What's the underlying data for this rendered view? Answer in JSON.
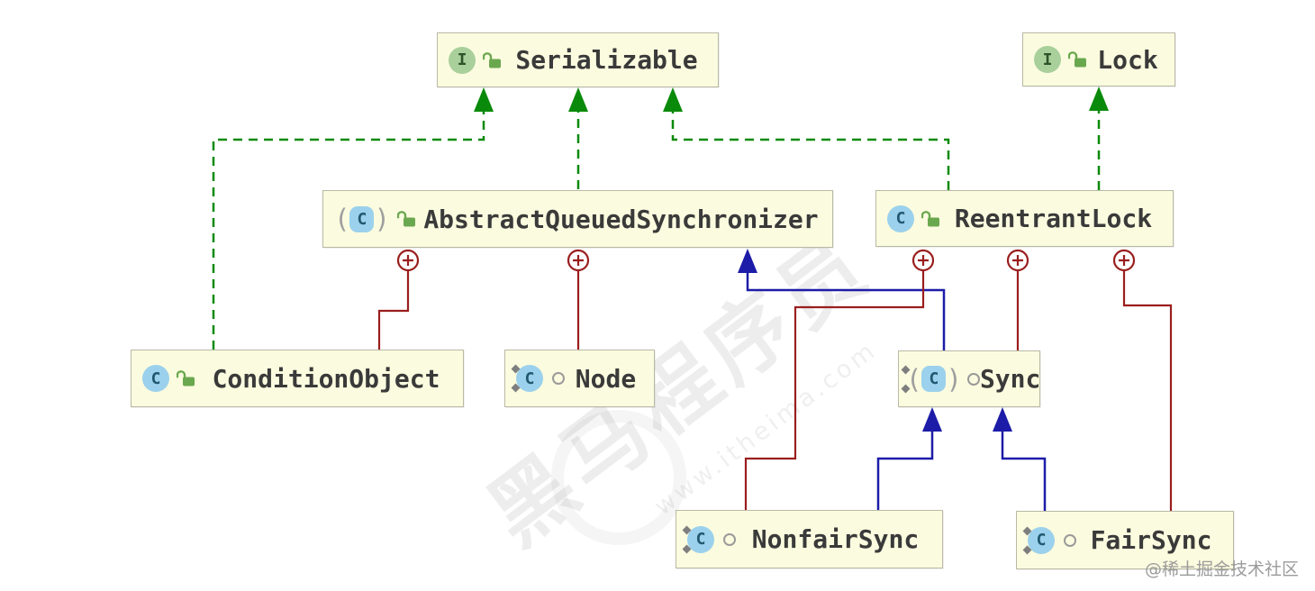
{
  "diagram": {
    "description": "UML class diagram of java.util.concurrent.locks ReentrantLock / AbstractQueuedSynchronizer hierarchy",
    "nodes": [
      {
        "id": "serializable",
        "label": "Serializable",
        "kind": "interface",
        "badge": "I",
        "visibility": "public",
        "static": false
      },
      {
        "id": "lock",
        "label": "Lock",
        "kind": "interface",
        "badge": "I",
        "visibility": "public",
        "static": false
      },
      {
        "id": "abstract-queued-synchronizer",
        "label": "AbstractQueuedSynchronizer",
        "kind": "abstract-class",
        "badge": "C",
        "visibility": "public",
        "static": false
      },
      {
        "id": "reentrant-lock",
        "label": "ReentrantLock",
        "kind": "class",
        "badge": "C",
        "visibility": "public",
        "static": false
      },
      {
        "id": "condition-object",
        "label": "ConditionObject",
        "kind": "class",
        "badge": "C",
        "visibility": "public",
        "static": false
      },
      {
        "id": "node",
        "label": "Node",
        "kind": "class",
        "badge": "C",
        "visibility": "package-private",
        "static": true
      },
      {
        "id": "sync",
        "label": "Sync",
        "kind": "abstract-class",
        "badge": "C",
        "visibility": "package-private",
        "static": true
      },
      {
        "id": "nonfair-sync",
        "label": "NonfairSync",
        "kind": "class",
        "badge": "C",
        "visibility": "package-private",
        "static": true
      },
      {
        "id": "fair-sync",
        "label": "FairSync",
        "kind": "class",
        "badge": "C",
        "visibility": "package-private",
        "static": true
      }
    ],
    "edges": [
      {
        "from": "ConditionObject",
        "to": "Serializable",
        "type": "implements"
      },
      {
        "from": "AbstractQueuedSynchronizer",
        "to": "Serializable",
        "type": "implements"
      },
      {
        "from": "ReentrantLock",
        "to": "Serializable",
        "type": "implements"
      },
      {
        "from": "ReentrantLock",
        "to": "Lock",
        "type": "implements"
      },
      {
        "from": "Sync",
        "to": "AbstractQueuedSynchronizer",
        "type": "extends"
      },
      {
        "from": "NonfairSync",
        "to": "Sync",
        "type": "extends"
      },
      {
        "from": "FairSync",
        "to": "Sync",
        "type": "extends"
      },
      {
        "from": "AbstractQueuedSynchronizer",
        "to": "ConditionObject",
        "type": "inner-class"
      },
      {
        "from": "AbstractQueuedSynchronizer",
        "to": "Node",
        "type": "inner-class"
      },
      {
        "from": "ReentrantLock",
        "to": "NonfairSync",
        "type": "inner-class"
      },
      {
        "from": "ReentrantLock",
        "to": "Sync",
        "type": "inner-class"
      },
      {
        "from": "ReentrantLock",
        "to": "FairSync",
        "type": "inner-class"
      }
    ]
  },
  "colors": {
    "node_fill": "#fbfbdf",
    "node_border": "#b9b9a6",
    "implements_green": "#0a8a0a",
    "extends_blue": "#1c1ca8",
    "inner_class_red": "#9a1e1e",
    "interface_badge_bg": "#a9cf9b",
    "class_badge_bg": "#9bd1ec",
    "lock_green": "#6aa84f",
    "label_text": "#3a3a3a"
  },
  "watermarks": {
    "center_brand": "黑马程序员",
    "center_url": "www.itheima.com",
    "corner_credit": "@稀土掘金技术社区"
  }
}
